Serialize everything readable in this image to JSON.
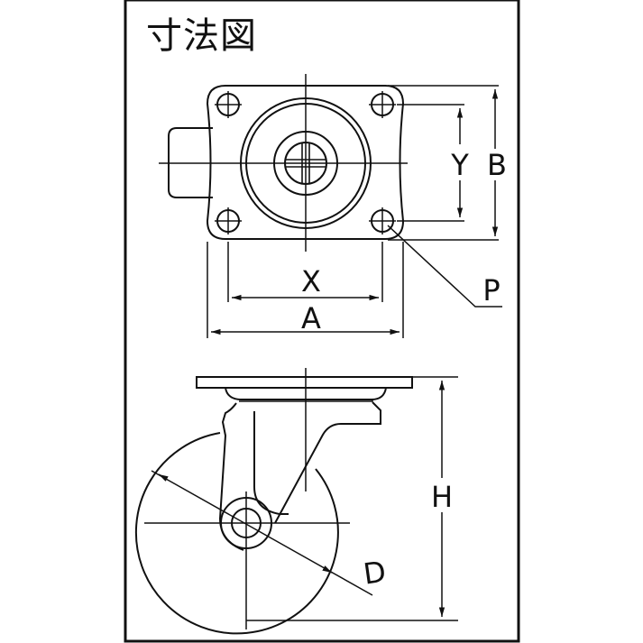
{
  "title": "寸法図",
  "colors": {
    "line": "#111111",
    "background": "#ffffff"
  },
  "top_view": {
    "labels": {
      "X": "X",
      "A": "A",
      "Y": "Y",
      "B": "B",
      "P": "P"
    }
  },
  "side_view": {
    "labels": {
      "H": "H",
      "D": "D"
    }
  }
}
